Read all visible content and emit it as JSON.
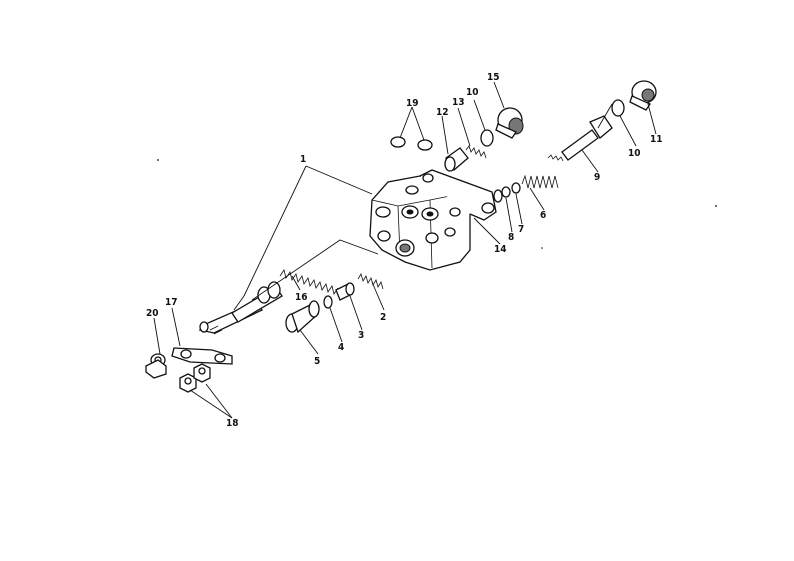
{
  "diagram": {
    "type": "exploded-parts-view",
    "colors": {
      "ink": "#111111",
      "background": "#ffffff",
      "shading": "#777777"
    }
  },
  "callouts": [
    {
      "id": "c1",
      "label": "1"
    },
    {
      "id": "c2",
      "label": "2"
    },
    {
      "id": "c3",
      "label": "3"
    },
    {
      "id": "c4",
      "label": "4"
    },
    {
      "id": "c5",
      "label": "5"
    },
    {
      "id": "c6",
      "label": "6"
    },
    {
      "id": "c7",
      "label": "7"
    },
    {
      "id": "c8",
      "label": "8"
    },
    {
      "id": "c9",
      "label": "9"
    },
    {
      "id": "c10a",
      "label": "10"
    },
    {
      "id": "c10b",
      "label": "10"
    },
    {
      "id": "c11",
      "label": "11"
    },
    {
      "id": "c12",
      "label": "12"
    },
    {
      "id": "c13",
      "label": "13"
    },
    {
      "id": "c14",
      "label": "14"
    },
    {
      "id": "c15",
      "label": "15"
    },
    {
      "id": "c16",
      "label": "16"
    },
    {
      "id": "c17",
      "label": "17"
    },
    {
      "id": "c18",
      "label": "18"
    },
    {
      "id": "c19",
      "label": "19"
    },
    {
      "id": "c20",
      "label": "20"
    }
  ]
}
